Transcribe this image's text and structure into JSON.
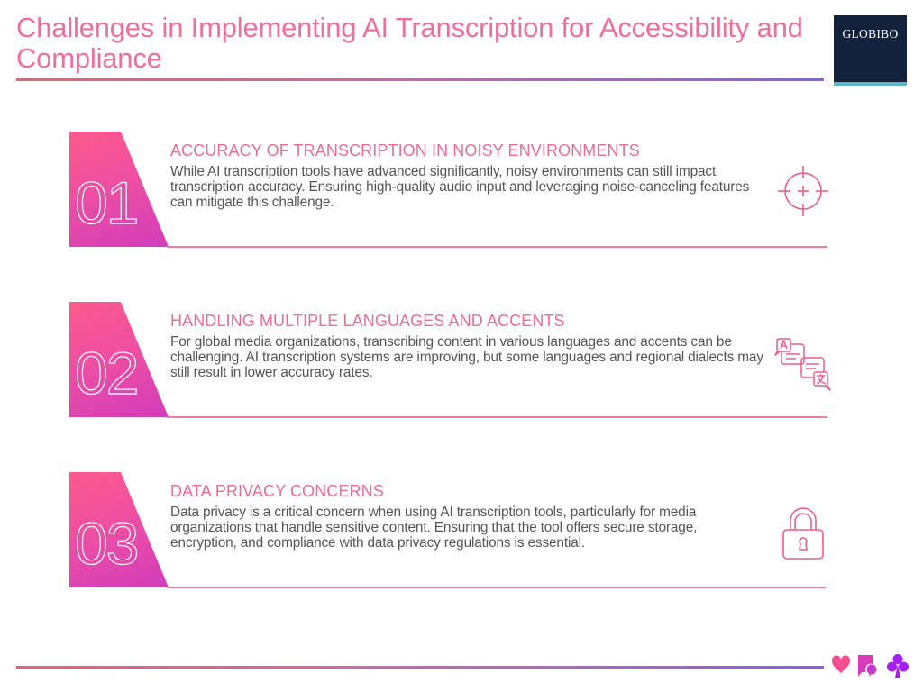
{
  "header": {
    "title": "Challenges in Implementing AI Transcription for Accessibility and Compliance",
    "logo_text": "GLOBIBO"
  },
  "colors": {
    "title_pink": "#ef6f99",
    "number_gradient_start": "#fd5a8c",
    "number_gradient_end": "#d23dbb",
    "logo_bg": "#13223c",
    "logo_accent": "#5eb4c9",
    "body_text": "#555555"
  },
  "challenges": [
    {
      "number": "01",
      "title": "ACCURACY OF TRANSCRIPTION IN NOISY ENVIRONMENTS",
      "body": "While AI transcription tools have advanced significantly, noisy environments can still impact transcription accuracy. Ensuring high-quality audio input and leveraging noise-canceling features can mitigate this challenge.",
      "icon": "crosshair-icon"
    },
    {
      "number": "02",
      "title": "HANDLING MULTIPLE LANGUAGES AND ACCENTS",
      "body": "For global media organizations, transcribing content in various languages and accents can be challenging. AI transcription systems are improving, but some languages and regional dialects may still result in lower accuracy rates.",
      "icon": "translate-icon"
    },
    {
      "number": "03",
      "title": "DATA PRIVACY CONCERNS",
      "body": "Data privacy is a critical concern when using AI transcription tools, particularly for media organizations that handle sensitive content. Ensuring that the tool offers secure storage, encryption, and compliance with data privacy regulations is essential.",
      "icon": "padlock-icon"
    }
  ],
  "footer": {
    "icons": [
      "heart-icon",
      "chat-bubbles-icon",
      "club-icon"
    ]
  }
}
